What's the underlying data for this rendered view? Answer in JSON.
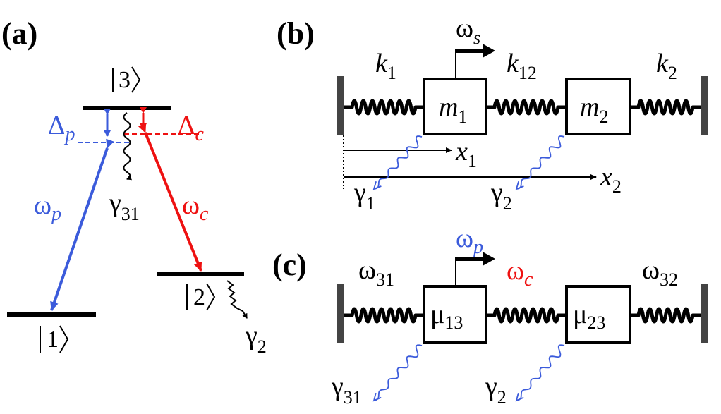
{
  "colors": {
    "probe": "#3b5bdb",
    "coupling": "#ee1111",
    "ink": "#000000",
    "wall": "#444444"
  },
  "panels": {
    "a": {
      "label": "(a)",
      "levels": {
        "l1": "1",
        "l2": "2",
        "l3": "3"
      },
      "delta_p": {
        "sym": "Δ",
        "sub": "p"
      },
      "delta_c": {
        "sym": "Δ",
        "sub": "c"
      },
      "omega_p": {
        "sym": "ω",
        "sub": "p"
      },
      "omega_c": {
        "sym": "ω",
        "sub": "c"
      },
      "gamma31": {
        "sym": "γ",
        "sub": "31"
      },
      "gamma2": {
        "sym": "γ",
        "sub": "2"
      }
    },
    "b": {
      "label": "(b)",
      "drive": {
        "sym": "ω",
        "sub": "s"
      },
      "k1": {
        "sym": "k",
        "sub": "1"
      },
      "k12": {
        "sym": "k",
        "sub": "12"
      },
      "k2": {
        "sym": "k",
        "sub": "2"
      },
      "m1": {
        "sym": "m",
        "sub": "1"
      },
      "m2": {
        "sym": "m",
        "sub": "2"
      },
      "x1": {
        "sym": "x",
        "sub": "1"
      },
      "x2": {
        "sym": "x",
        "sub": "2"
      },
      "gamma1": {
        "sym": "γ",
        "sub": "1"
      },
      "gamma2": {
        "sym": "γ",
        "sub": "2"
      }
    },
    "c": {
      "label": "(c)",
      "drive": {
        "sym": "ω",
        "sub": "p"
      },
      "w31": {
        "sym": "ω",
        "sub": "31"
      },
      "wc": {
        "sym": "ω",
        "sub": "c"
      },
      "w32": {
        "sym": "ω",
        "sub": "32"
      },
      "mu13": {
        "sym": "μ",
        "sub": "13"
      },
      "mu23": {
        "sym": "μ",
        "sub": "23"
      },
      "gamma31": {
        "sym": "γ",
        "sub": "31"
      },
      "gamma2": {
        "sym": "γ",
        "sub": "2"
      }
    }
  }
}
